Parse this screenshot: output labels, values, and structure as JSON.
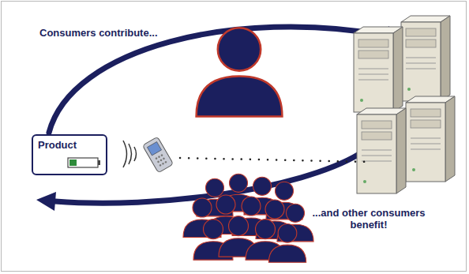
{
  "diagram": {
    "nodes": [
      {
        "text": [
          "Product"
        ]
      }
    ],
    "labels": [
      "Consumers contribute...",
      "...and other consumers benefit!"
    ]
  }
}
